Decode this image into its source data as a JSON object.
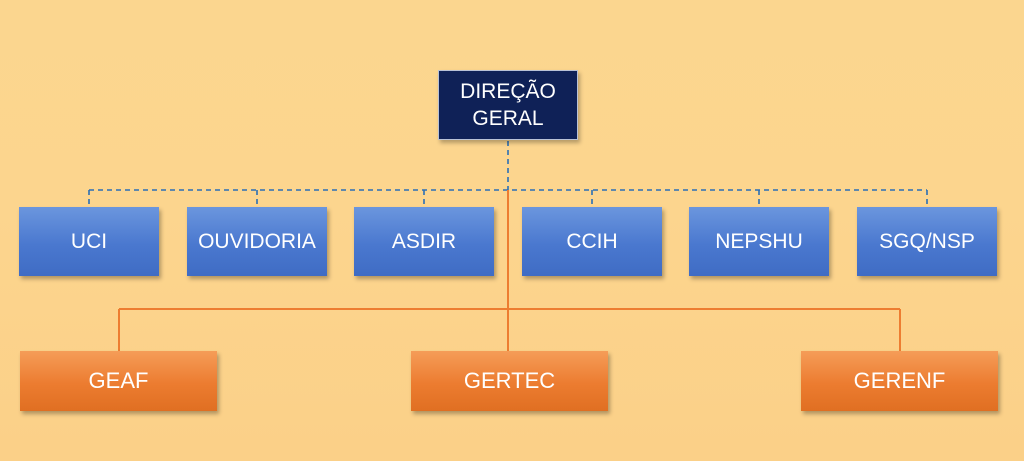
{
  "diagram": {
    "root": {
      "line1": "DIREÇÃO",
      "line2": "GERAL"
    },
    "staff_units": [
      "UCI",
      "OUVIDORIA",
      "ASDIR",
      "CCIH",
      "NEPSHU",
      "SGQ/NSP"
    ],
    "departments": [
      "GEAF",
      "GERTEC",
      "GERENF"
    ]
  },
  "colors": {
    "background": "#fcd58e",
    "root_fill": "#0f2157",
    "staff_fill": "#4a78cf",
    "department_fill": "#ec7c30",
    "dashed_line": "#2b6fb5",
    "solid_line": "#ed7d31"
  }
}
